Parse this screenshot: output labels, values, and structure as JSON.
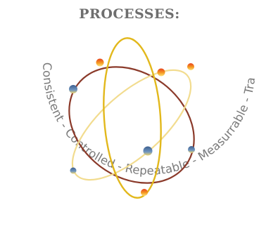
{
  "title": "PROCESSES:",
  "ring_text_left": "Consistent - Controlled - Repeatable - Measurrable - Traceable - Transparent",
  "colors": {
    "title": "#6e6e6e",
    "ring_text": "#7a7a7a",
    "orbit_brown": "#8b3a2a",
    "orbit_yellow": "#e2b81c",
    "orbit_pale": "#f2dc8f",
    "node_orange": "#f08a1c",
    "node_blue": "#4e76a6"
  },
  "nodes": [
    {
      "name": "orange-node-top-left",
      "color": "orange"
    },
    {
      "name": "orange-node-top-center",
      "color": "orange"
    },
    {
      "name": "orange-node-top-right",
      "color": "orange"
    },
    {
      "name": "blue-node-left",
      "color": "blue"
    },
    {
      "name": "blue-node-center",
      "color": "blue"
    },
    {
      "name": "blue-node-right",
      "color": "blue"
    },
    {
      "name": "blue-node-bottom-left",
      "color": "blue"
    },
    {
      "name": "orange-node-bottom",
      "color": "orange"
    }
  ]
}
